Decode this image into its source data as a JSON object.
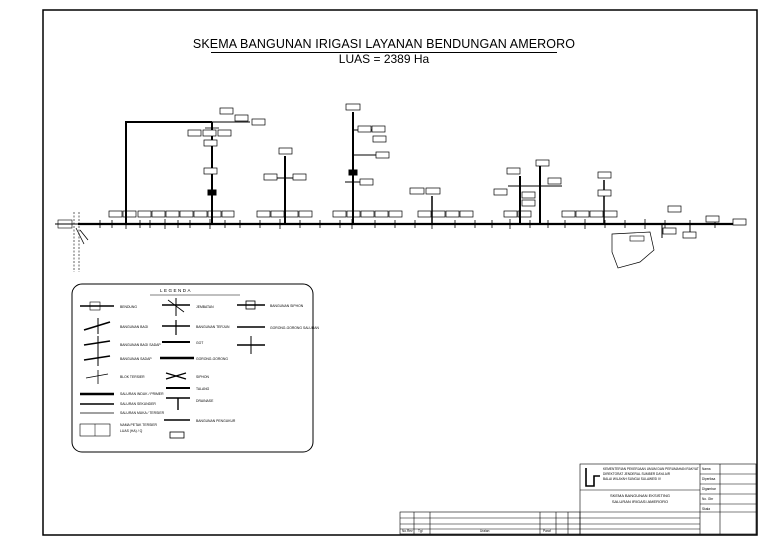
{
  "title_main": "SKEMA BANGUNAN IRIGASI LAYANAN BENDUNGAN AMERORO",
  "title_area": "LUAS = 2389 Ha",
  "legend": {
    "heading": "LEGENDA",
    "col1": [
      "BENDUNG",
      "BANGUNAN BAGI",
      "BANGUNAN BAGI SADAP",
      "BANGUNAN SADAP",
      "BLOK TERSIER",
      "SALURAN INDUK / PRIMER",
      "SALURAN SEKUNDER",
      "SALURAN MUKA / TERSIER",
      "NAMA PETAK TERSIER",
      "LUAS (HA) / Q"
    ],
    "col2": [
      "JEMBATAN",
      "BANGUNAN TERJUN",
      "GOT",
      "GORONG-GORONG",
      "SIPHON",
      "TALANG",
      "DRAINASE",
      "BANGUNAN PENGUKUR"
    ],
    "col3": [
      "BANGUNAN SIPHON",
      "GORONG-GORONG SALURAN"
    ]
  },
  "title_block": {
    "agency": "KEMENTERIAN PEKERJAAN UMUM DAN PERUMAHAN RAKYAT DIREKTORAT JENDERAL SUMBER DAYA AIR BALAI WILAYAH SUNGAI SULAWESI IV",
    "drawing_name_1": "SKEMA BANGUNAN EKSISTING",
    "drawing_name_2": "SALURAN IRIGASI AMERORO",
    "side_labels": [
      "Nama",
      "Diperiksa",
      "Digambar",
      "No. Gbr",
      "Skala"
    ],
    "bottom_labels": [
      "No.Rev",
      "Tgl",
      "Uraian",
      "Paraf"
    ]
  }
}
